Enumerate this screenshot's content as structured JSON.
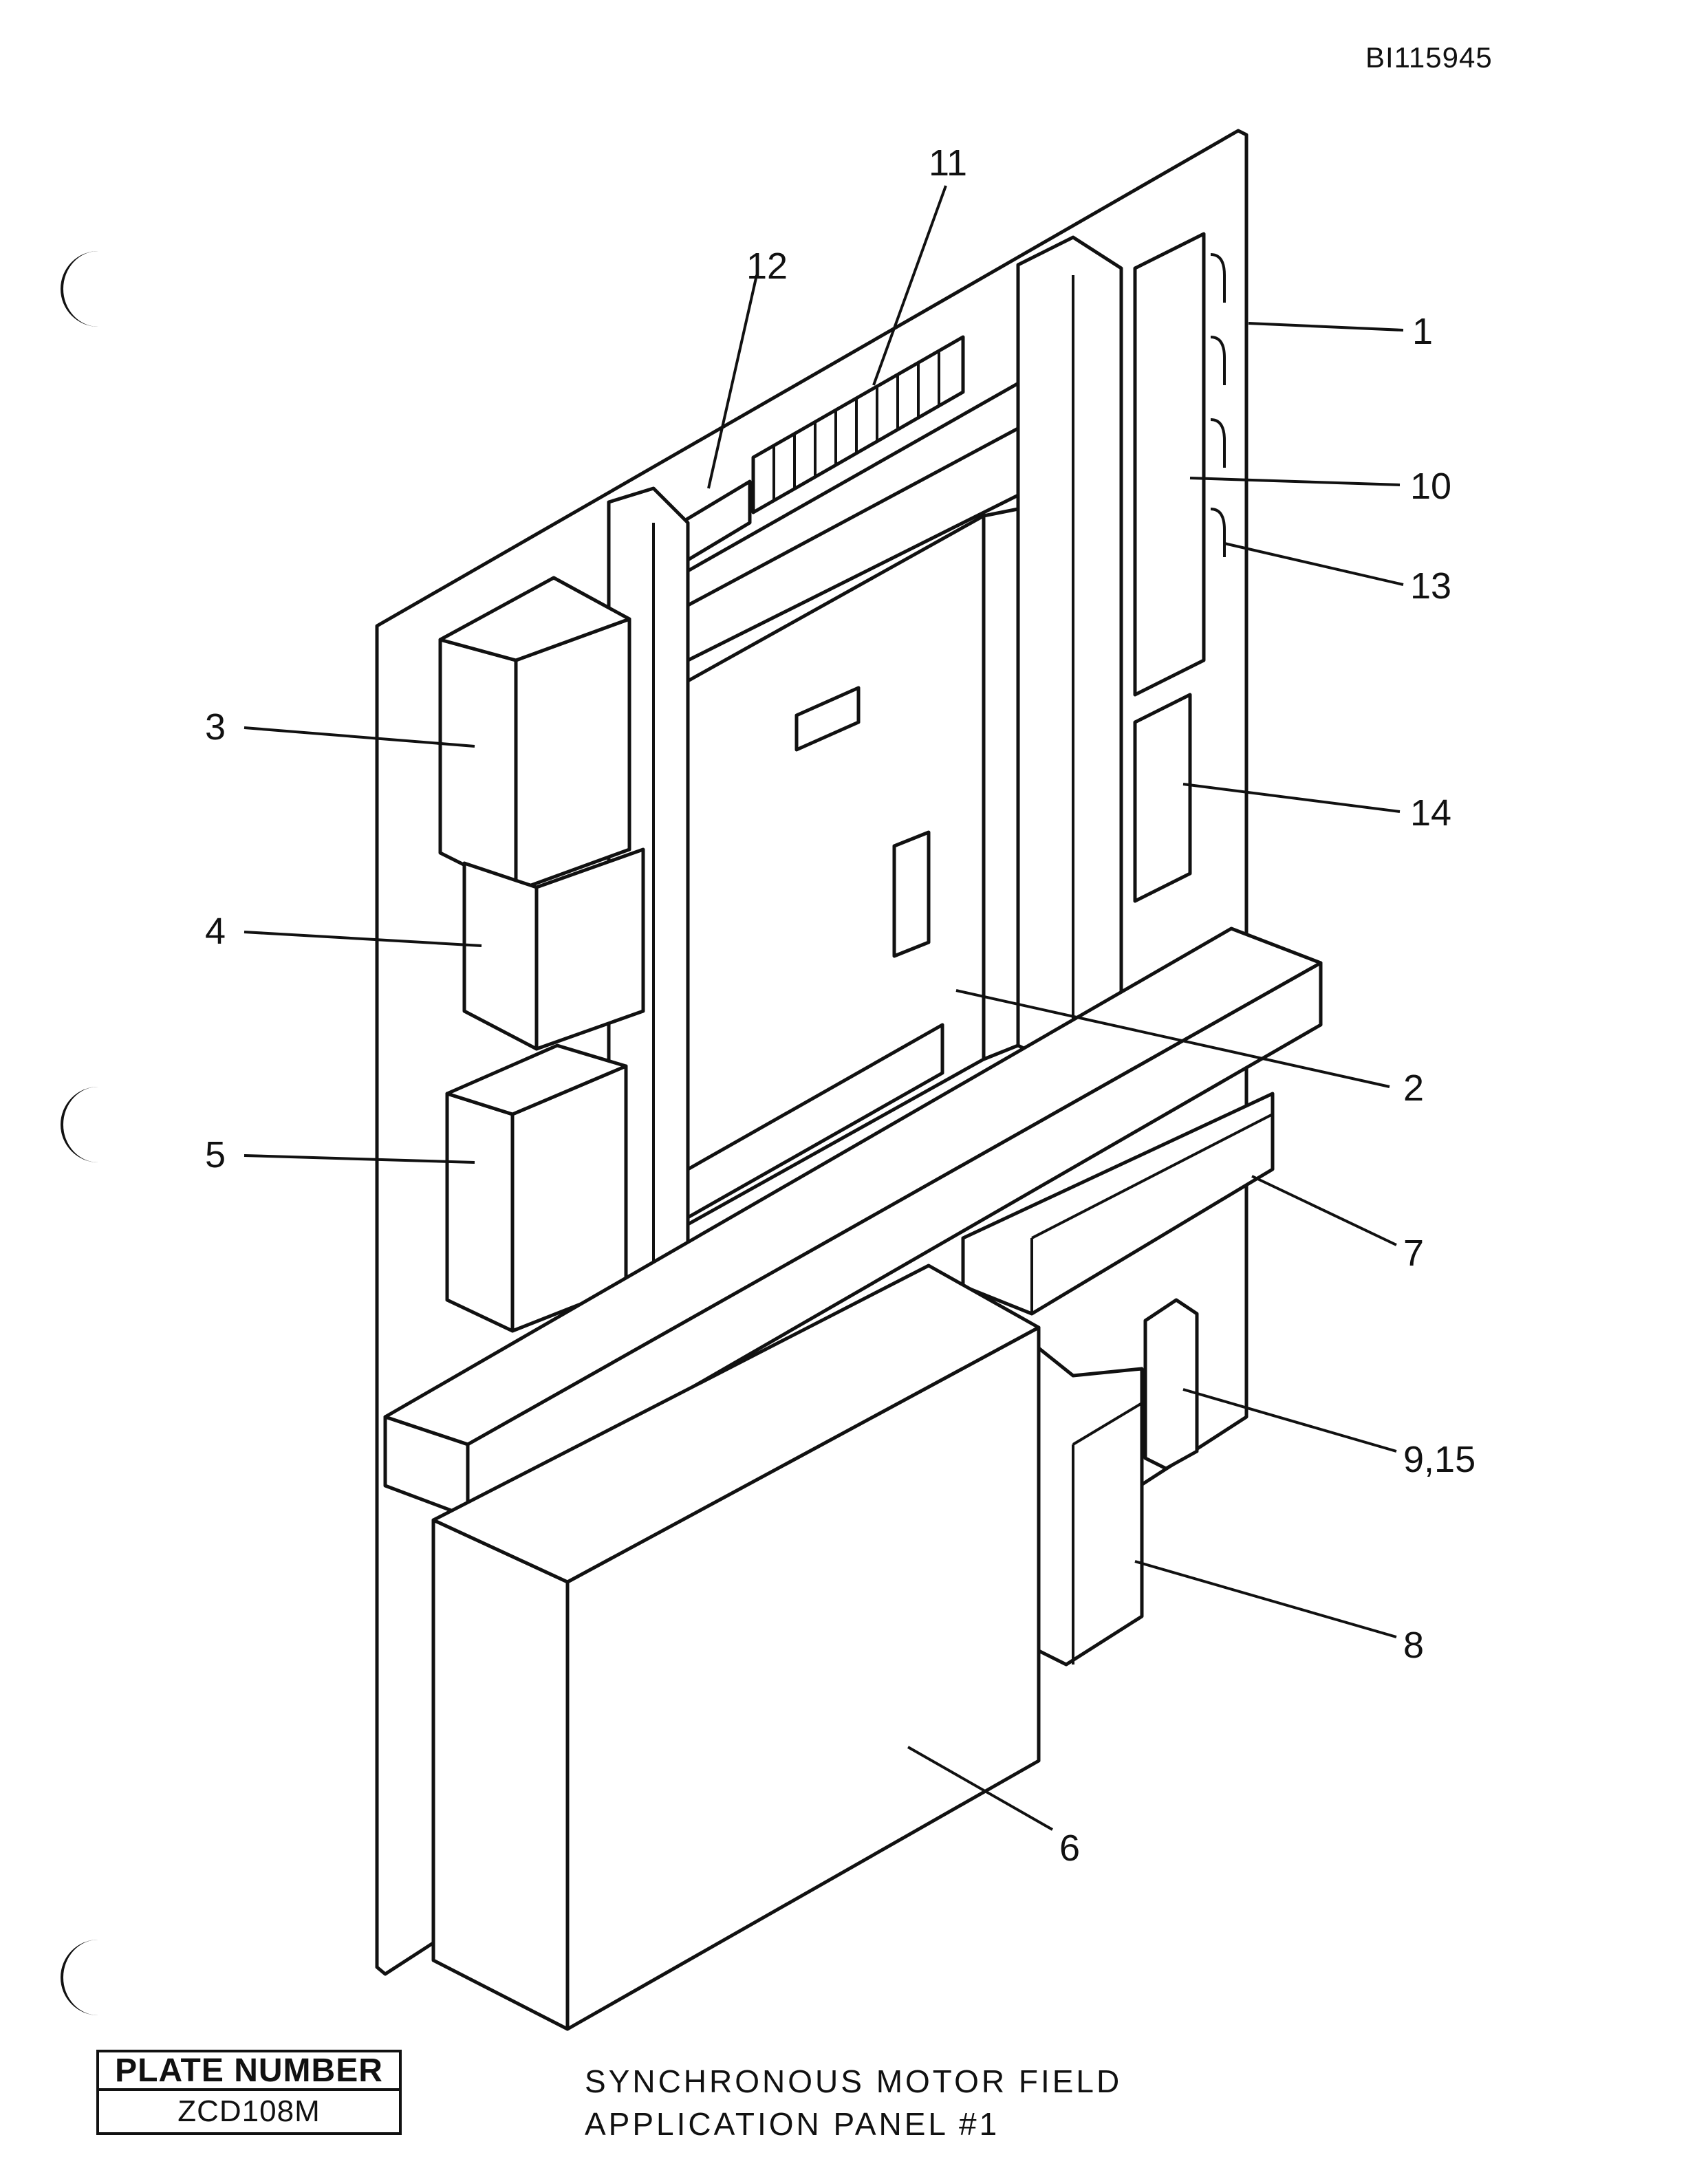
{
  "document_id": "BI115945",
  "callouts": [
    "1",
    "2",
    "3",
    "4",
    "5",
    "6",
    "7",
    "8",
    "9,15",
    "10",
    "11",
    "12",
    "13",
    "14"
  ],
  "plate_label": "PLATE NUMBER",
  "plate_number": "ZCD108M",
  "caption_line1": "SYNCHRONOUS MOTOR FIELD",
  "caption_line2": "APPLICATION PANEL #1"
}
